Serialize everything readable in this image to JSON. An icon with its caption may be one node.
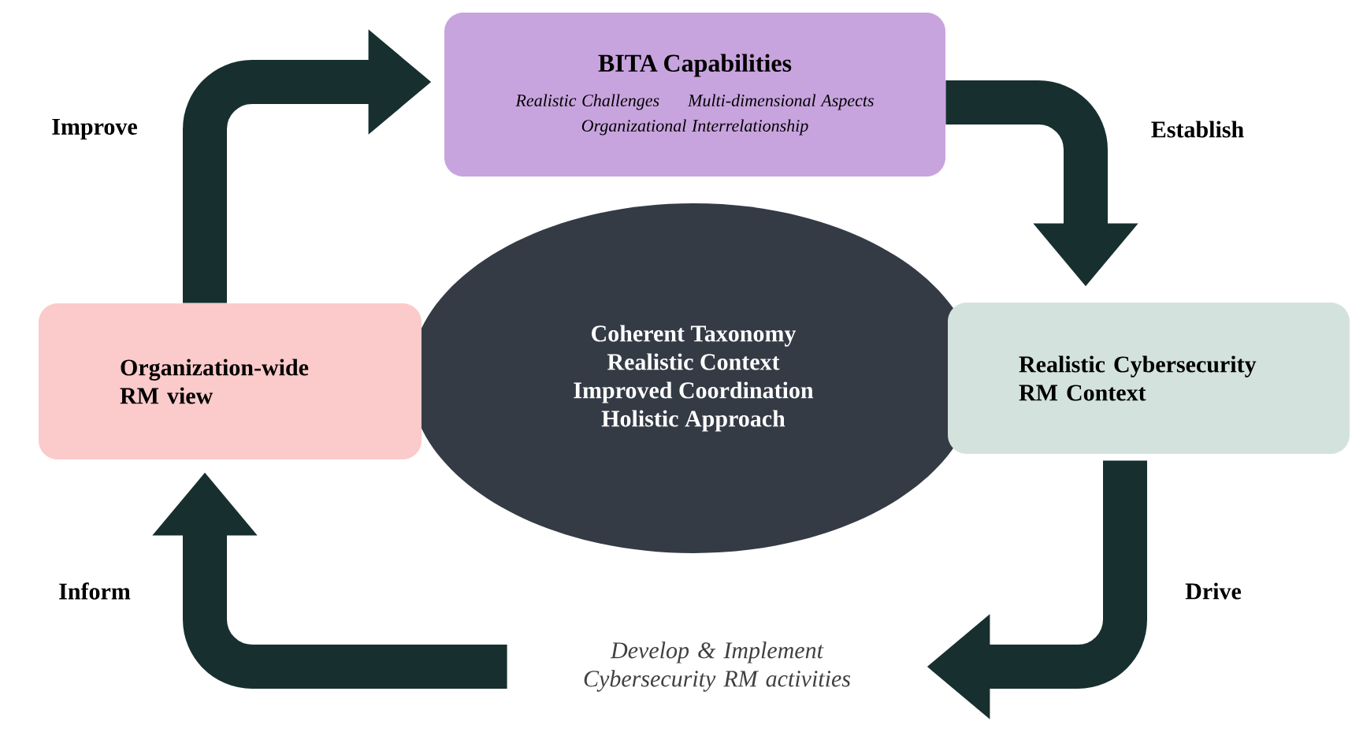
{
  "diagram": {
    "nodes": [
      {
        "text": [
          "BITA Capabilities",
          "Realistic Challenges",
          "Multi-dimensional Aspects",
          "Organizational Interrelationship"
        ]
      },
      {
        "text": [
          "Coherent Taxonomy",
          "Realistic Context",
          "Improved Coordination",
          "Holistic Approach"
        ]
      },
      {
        "text": [
          "Realistic Cybersecurity RM Context"
        ]
      },
      {
        "text": [
          "Develop & Implement Cybersecurity RM activities"
        ]
      },
      {
        "text": [
          "Organization-wide RM view"
        ]
      }
    ],
    "edges": [
      {
        "from": 4,
        "to": 0,
        "arrow": "to",
        "label": "Improve"
      },
      {
        "from": 0,
        "to": 2,
        "arrow": "to",
        "label": "Establish"
      },
      {
        "from": 2,
        "to": 3,
        "arrow": "to",
        "label": "Drive"
      },
      {
        "from": 3,
        "to": 4,
        "arrow": "to",
        "label": "Inform"
      }
    ]
  }
}
